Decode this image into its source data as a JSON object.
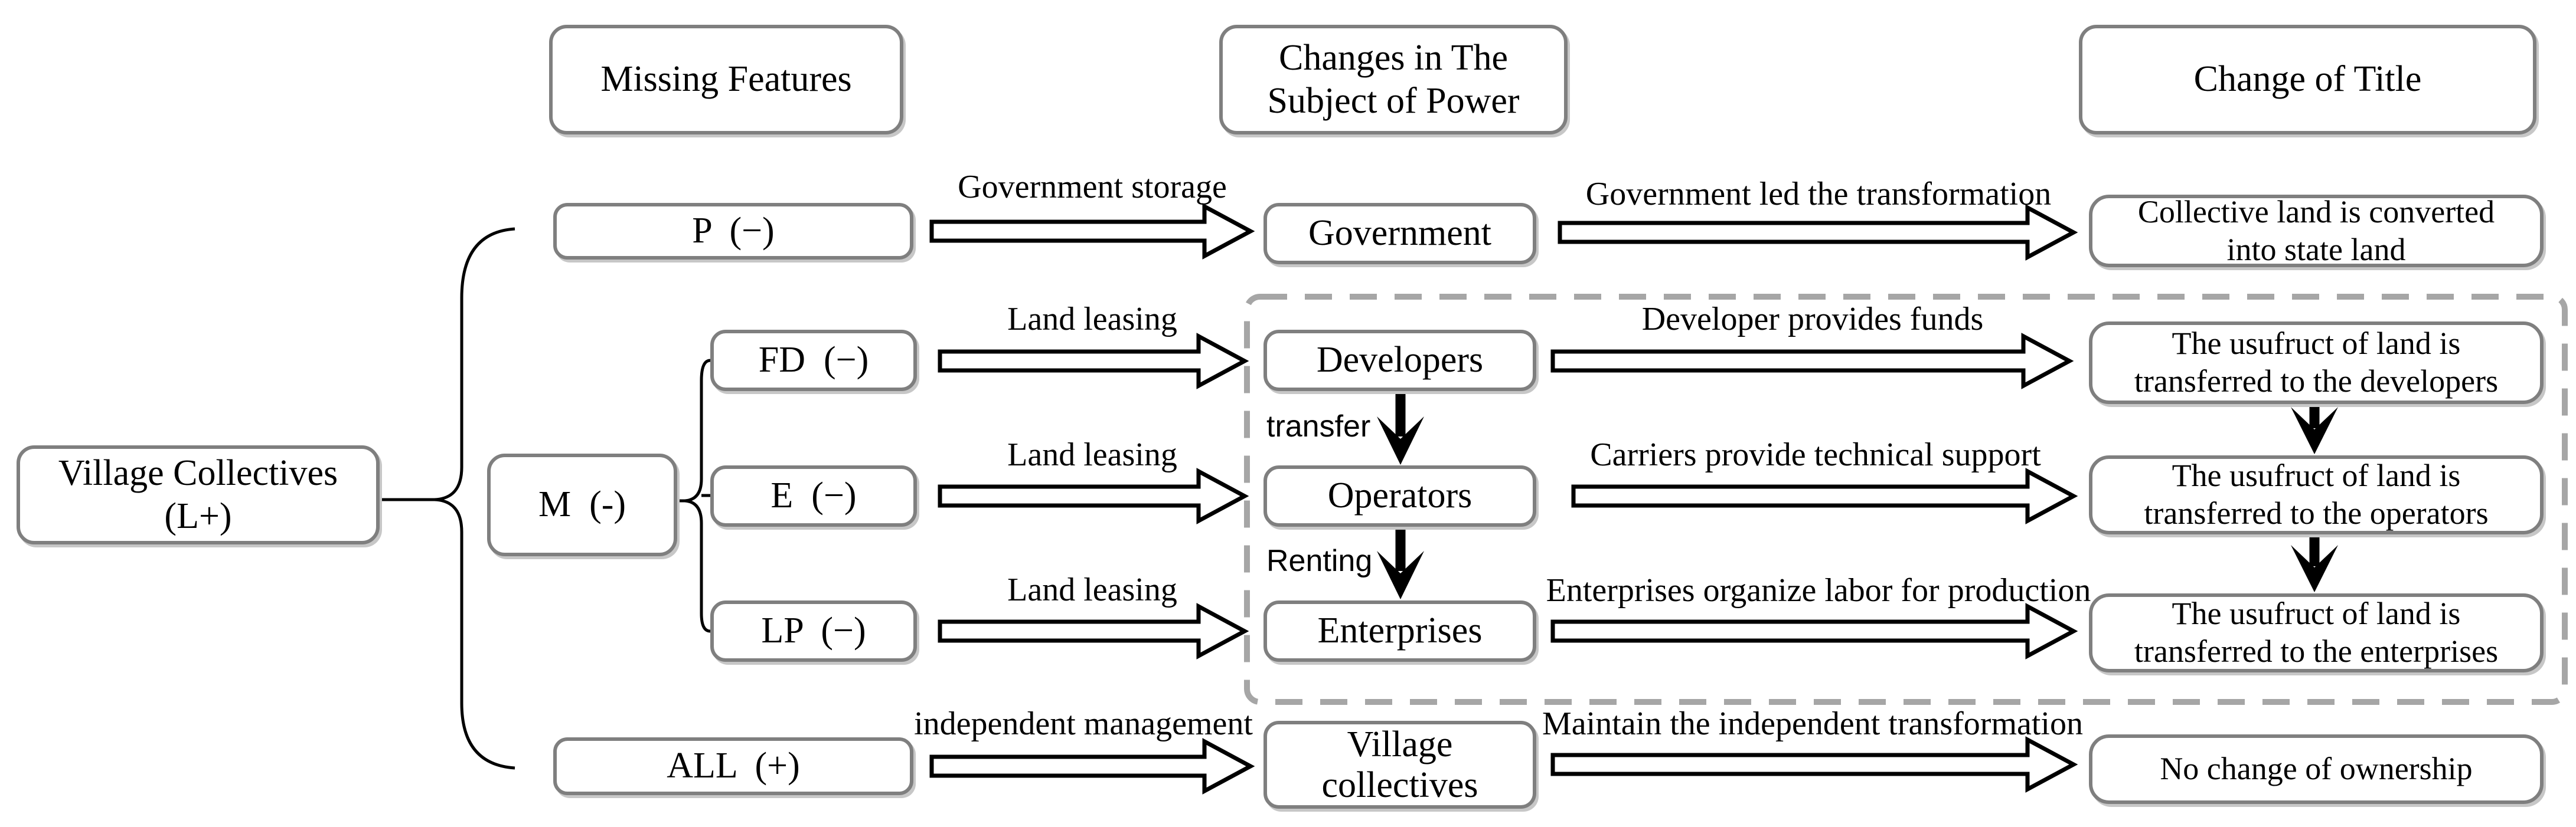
{
  "diagram": {
    "headers": {
      "missing_features": "Missing Features",
      "subject_of_power": "Changes in The\nSubject of Power",
      "change_of_title": "Change of Title"
    },
    "nodes": {
      "village_root": "Village Collectives\n(L+)",
      "p": "P  (−)",
      "m": "M  (-)",
      "fd": "FD  (−)",
      "e": "E  (−)",
      "lp": "LP  (−)",
      "all": "ALL  (+)",
      "government": "Government",
      "developers": "Developers",
      "operators": "Operators",
      "enterprises": "Enterprises",
      "village_collectives": "Village\ncollectives"
    },
    "outcomes": {
      "state_land": "Collective land is converted\ninto state land",
      "usufruct_developers": "The usufruct of land is\ntransferred to the developers",
      "usufruct_operators": "The usufruct of land is\ntransferred to the operators",
      "usufruct_enterprises": "The usufruct of land is\ntransferred to the enterprises",
      "no_change": "No change of ownership"
    },
    "arrow_labels": {
      "government_storage": "Government storage",
      "land_leasing_fd": "Land leasing",
      "land_leasing_e": "Land leasing",
      "land_leasing_lp": "Land leasing",
      "independent_management": "independent management",
      "government_led": "Government led the transformation",
      "developer_funds": "Developer provides funds",
      "carriers_support": "Carriers provide technical support",
      "enterprises_labor": "Enterprises organize labor for production",
      "maintain_independent": "Maintain the independent transformation",
      "transfer": "transfer",
      "renting": "Renting"
    },
    "colors": {
      "box_border": "#7f7f7f",
      "dashed_border": "#a6a6a6",
      "text": "#000000",
      "arrow_fill": "#ffffff",
      "arrow_stroke": "#000000"
    }
  }
}
